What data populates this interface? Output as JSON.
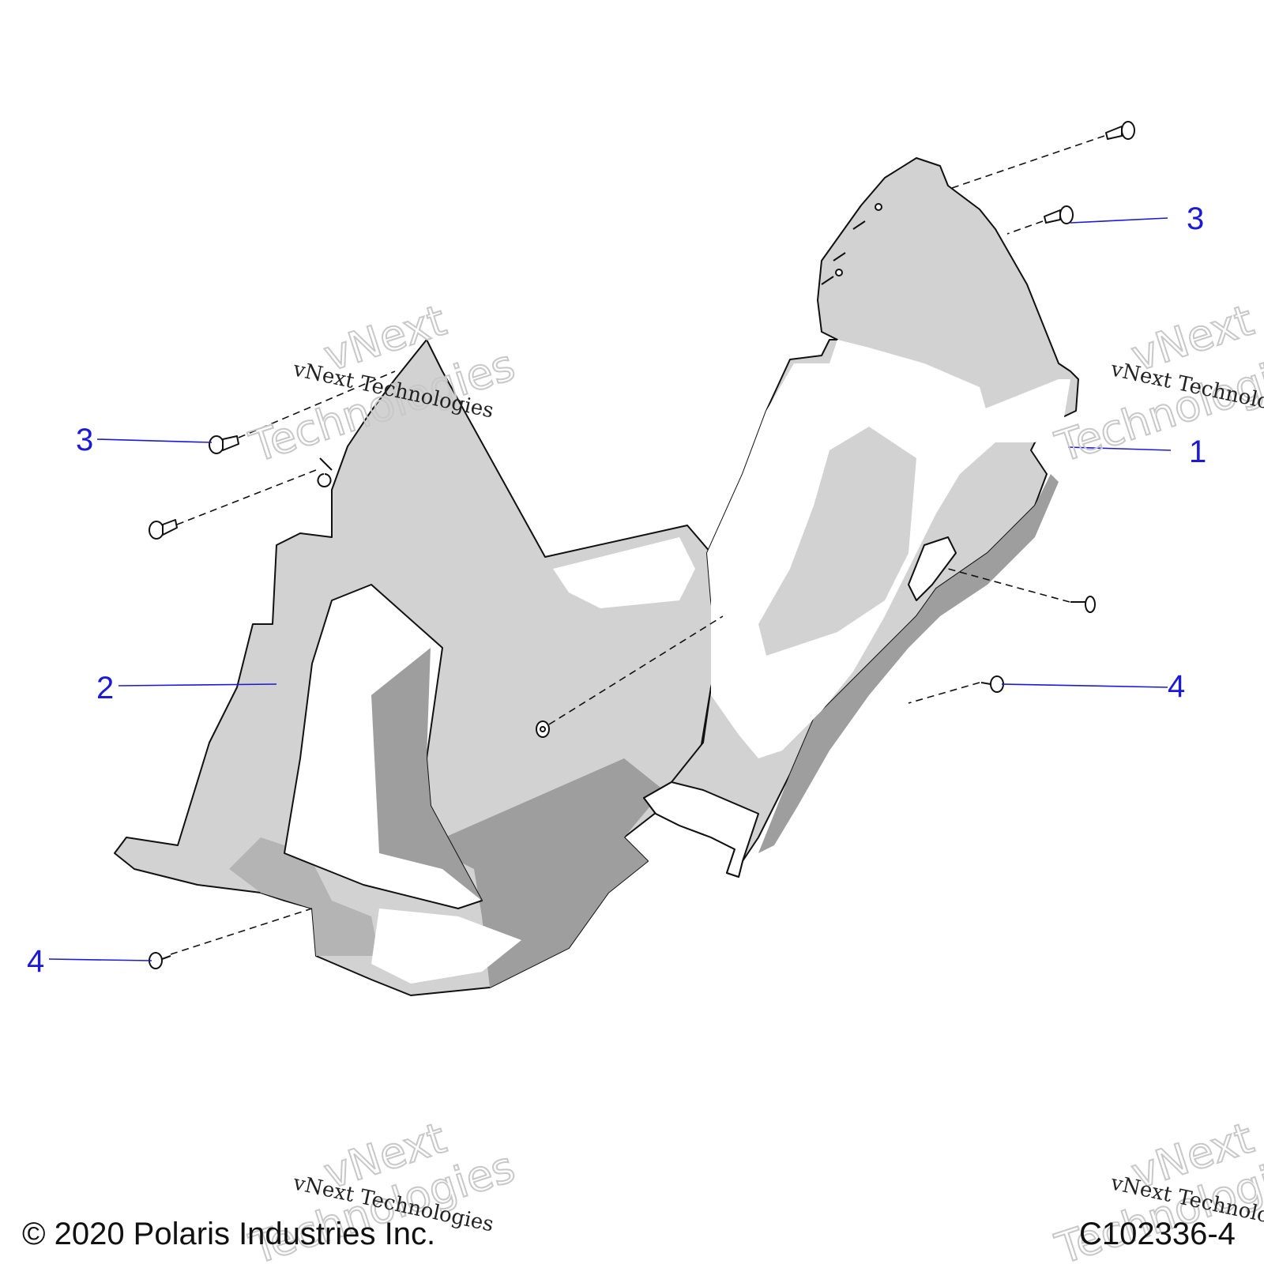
{
  "callouts": {
    "c1": "1",
    "c2": "2",
    "c3a": "3",
    "c3b": "3",
    "c4a": "4",
    "c4b": "4"
  },
  "watermark": {
    "line1": "vNext Technologies",
    "outline_top": "vNext",
    "outline_bottom": "Technologies"
  },
  "footer": {
    "copyright": "© 2020 Polaris Industries Inc.",
    "diagram_id": "C102336-4"
  },
  "colors": {
    "callout": "#1a1ad8",
    "panel_light": "#d2d2d2",
    "panel_dark": "#9e9e9e",
    "panel_white": "#ffffff"
  }
}
